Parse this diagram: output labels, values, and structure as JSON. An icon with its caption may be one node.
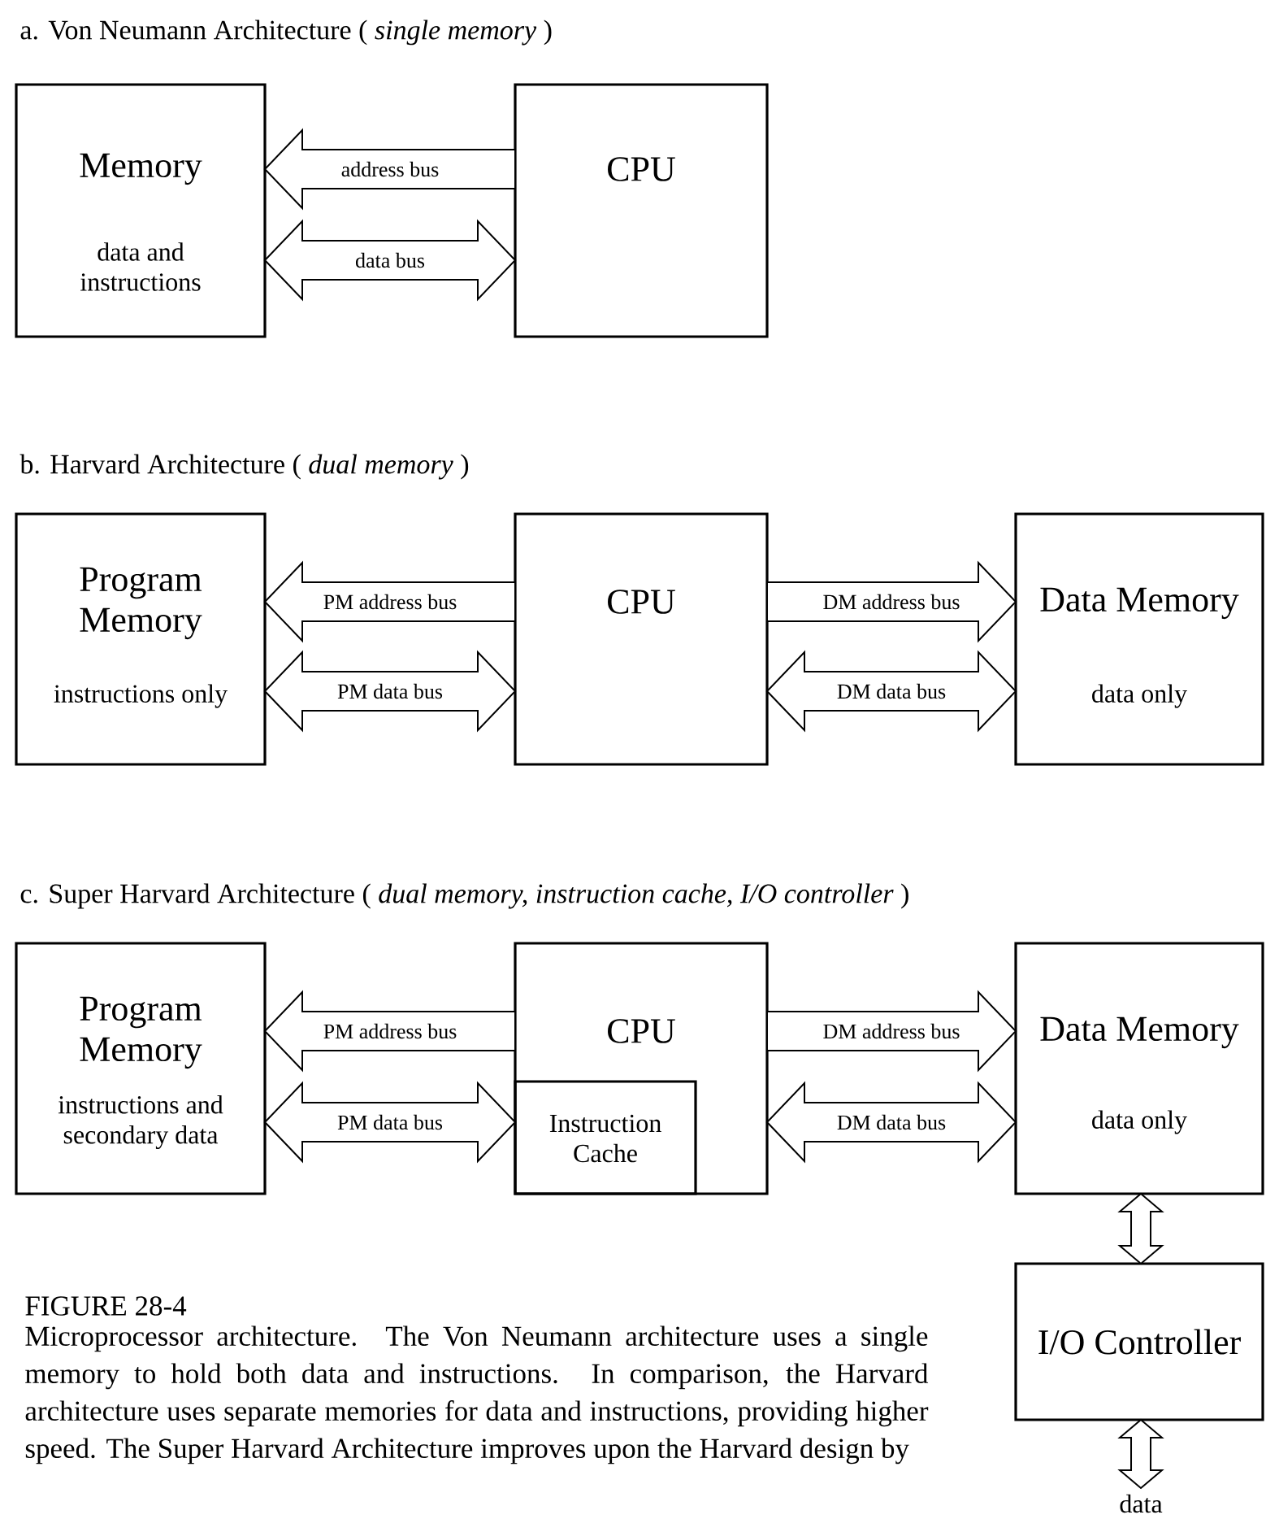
{
  "diagram": {
    "title": "FIGURE 28-4",
    "caption": "Microprocessor architecture. The Von Neumann architecture uses a single memory to hold both data and instructions. In comparison, the Harvard architecture uses separate memories for data and instructions, providing higher speed. The Super Harvard Architecture improves upon the Harvard design by",
    "nodes": [
      {
        "text": [
          "Memory",
          "data and instructions"
        ]
      },
      {
        "text": [
          "CPU"
        ]
      },
      {
        "text": [
          "Program Memory",
          "instructions only"
        ]
      },
      {
        "text": [
          "CPU"
        ]
      },
      {
        "text": [
          "Data Memory",
          "data only"
        ]
      },
      {
        "text": [
          "Program Memory",
          "instructions and secondary data"
        ]
      },
      {
        "text": [
          "CPU"
        ]
      },
      {
        "text": [
          "Instruction Cache"
        ],
        "in": 6
      },
      {
        "text": [
          "Data Memory",
          "data only"
        ]
      },
      {
        "text": [
          "I/O Controller"
        ]
      },
      {
        "text": [
          "data"
        ]
      }
    ],
    "edges": [
      {
        "from": 1,
        "to": 0,
        "arrow": "to",
        "label": "address bus"
      },
      {
        "from": 0,
        "to": 1,
        "arrow": "both",
        "label": "data bus"
      },
      {
        "from": 3,
        "to": 2,
        "arrow": "to",
        "label": "PM address bus"
      },
      {
        "from": 2,
        "to": 3,
        "arrow": "both",
        "label": "PM data bus"
      },
      {
        "from": 3,
        "to": 4,
        "arrow": "to",
        "label": "DM address bus"
      },
      {
        "from": 3,
        "to": 4,
        "arrow": "both",
        "label": "DM data bus"
      },
      {
        "from": 6,
        "to": 5,
        "arrow": "to",
        "label": "PM address bus"
      },
      {
        "from": 5,
        "to": 6,
        "arrow": "both",
        "label": "PM data bus"
      },
      {
        "from": 6,
        "to": 8,
        "arrow": "to",
        "label": "DM address bus"
      },
      {
        "from": 6,
        "to": 8,
        "arrow": "both",
        "label": "DM data bus"
      },
      {
        "from": 8,
        "to": 9,
        "arrow": "both"
      },
      {
        "from": 9,
        "to": 10,
        "arrow": "both"
      }
    ],
    "labels": [
      "a. Von Neumann Architecture ( *single memory* )",
      "b. Harvard Architecture ( *dual memory* )",
      "c. Super Harvard Architecture ( *dual memory, instruction cache, I/O controller* )"
    ]
  }
}
